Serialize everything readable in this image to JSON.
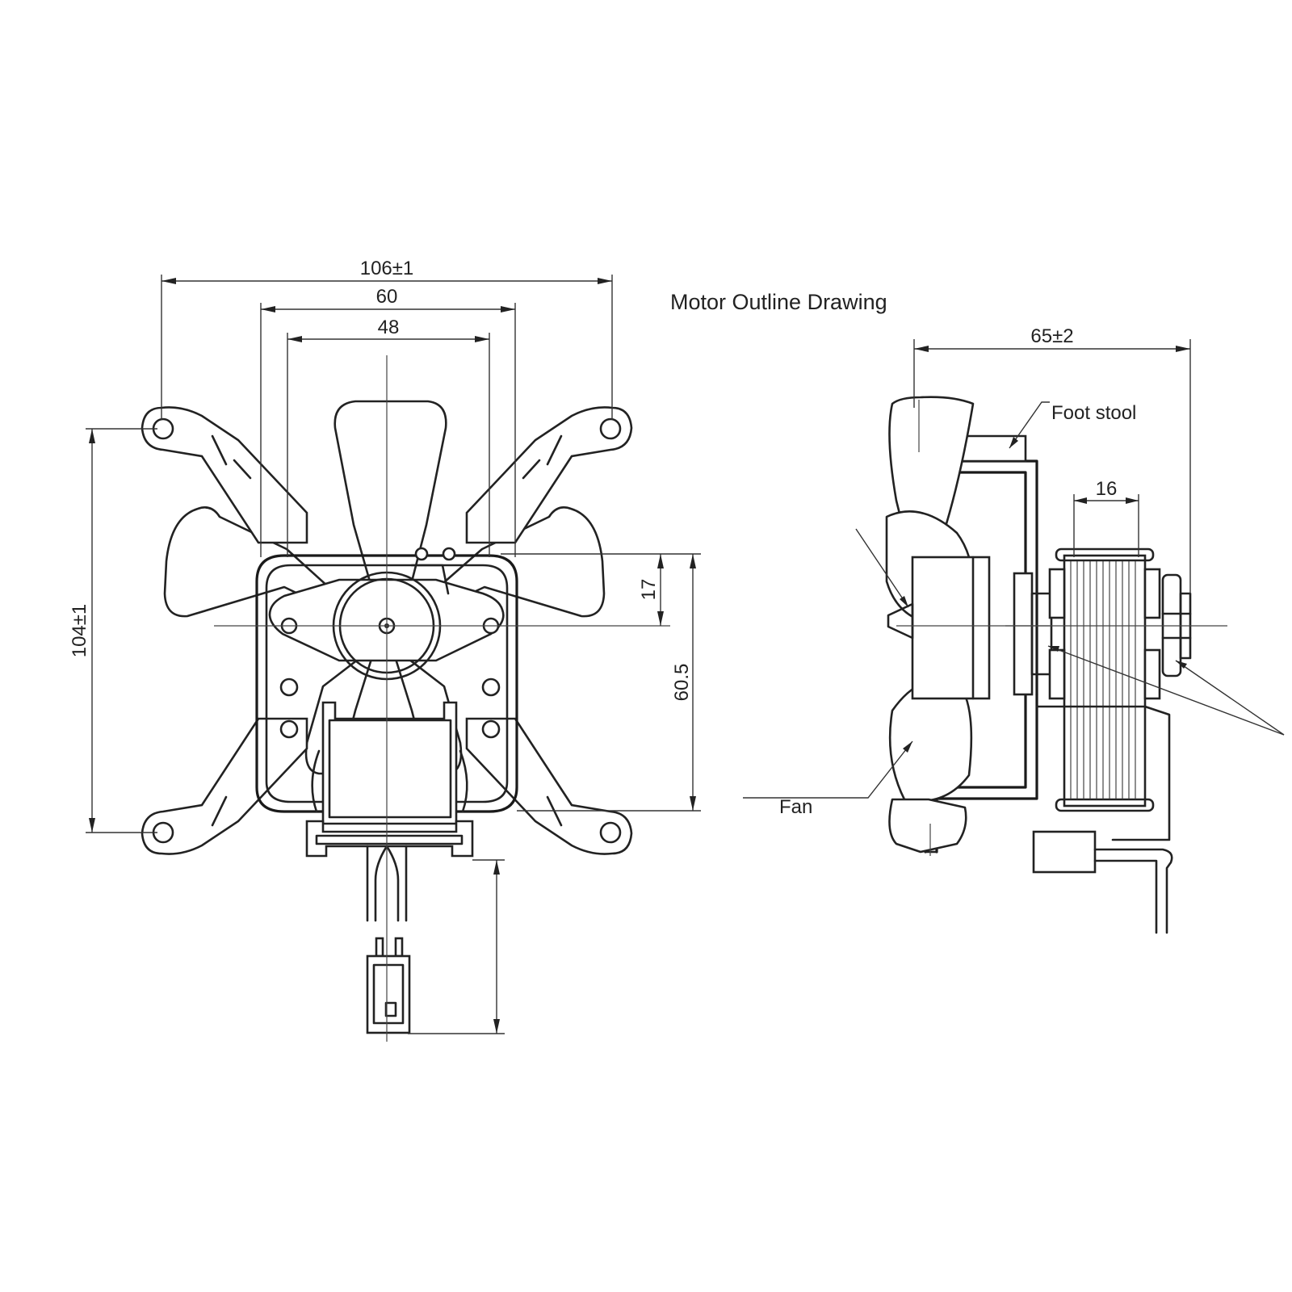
{
  "title": "Motor Outline Drawing",
  "front_view": {
    "dims": {
      "overall_width": "106±1",
      "width_60": "60",
      "width_48": "48",
      "height_overall": "104±1",
      "offset_17": "17",
      "height_60_5": "60.5"
    }
  },
  "side_view": {
    "dims": {
      "depth": "65±2",
      "coil_width": "16"
    },
    "labels": {
      "foot_stool": "Foot stool",
      "fan": "Fan"
    }
  }
}
